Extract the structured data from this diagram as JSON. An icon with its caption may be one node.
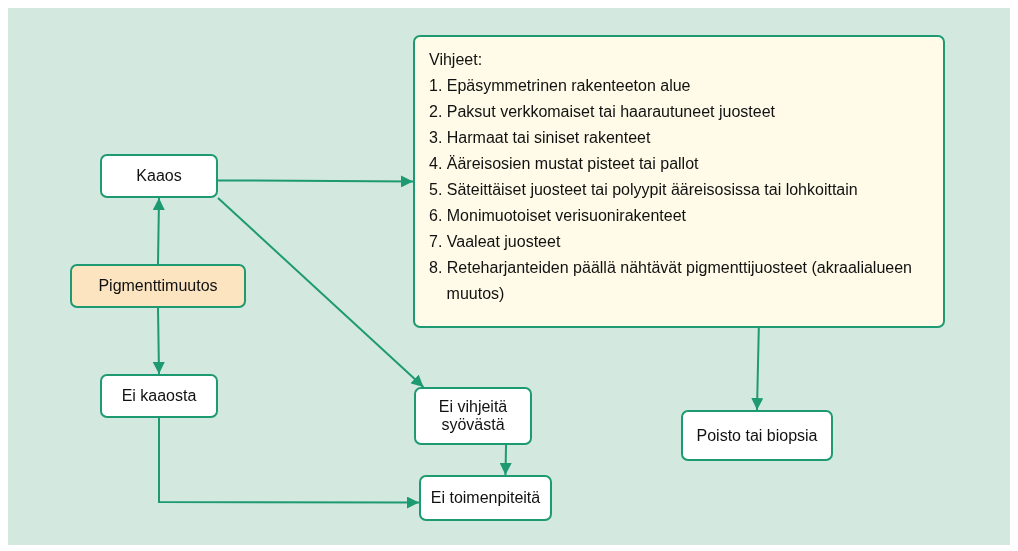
{
  "diagram": {
    "nodes": [
      {
        "text": [
          "Pigmenttimuutos"
        ]
      },
      {
        "text": [
          "Kaaos"
        ]
      },
      {
        "text": [
          "Ei kaaosta"
        ]
      },
      {
        "text": [
          "Vihjeet:",
          "1. Epäsymmetrinen rakenteeton alue",
          "2. Paksut verkkomaiset tai haarautuneet juosteet",
          "3. Harmaat tai siniset rakenteet",
          "4. Ääreisosien mustat pisteet tai pallot",
          "5. Säteittäiset juosteet tai polyypit ääreisosissa tai lohkoittain",
          "6. Monimuotoiset verisuonirakenteet",
          "7. Vaaleat juosteet",
          "8. Reteharjanteiden päällä nähtävät pigmenttijuosteet (akraalialueen muutos)"
        ]
      },
      {
        "text": [
          "Ei vihjeitä syövästä"
        ]
      },
      {
        "text": [
          "Poisto tai biopsia"
        ]
      },
      {
        "text": [
          "Ei toimenpiteitä"
        ]
      }
    ],
    "edges": [
      {
        "from": 0,
        "to": 1,
        "arrow": "to"
      },
      {
        "from": 0,
        "to": 2,
        "arrow": "to"
      },
      {
        "from": 1,
        "to": 3,
        "arrow": "to"
      },
      {
        "from": 1,
        "to": 4,
        "arrow": "to"
      },
      {
        "from": 4,
        "to": 6,
        "arrow": "to"
      },
      {
        "from": 2,
        "to": 6,
        "arrow": "to"
      },
      {
        "from": 3,
        "to": 5,
        "arrow": "to"
      }
    ]
  }
}
